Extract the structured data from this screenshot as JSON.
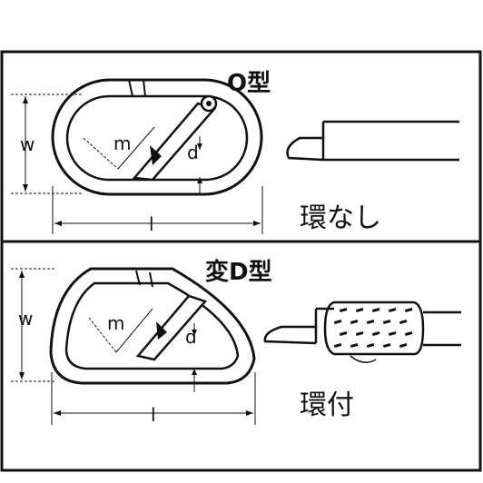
{
  "panels": [
    {
      "id": "o-type",
      "title": "O型",
      "caption": "環なし",
      "dimension_labels": {
        "w": "w",
        "m": "m",
        "d": "d",
        "l": "l"
      }
    },
    {
      "id": "modified-d-type",
      "title": "変D型",
      "caption": "環付",
      "dimension_labels": {
        "w": "w",
        "m": "m",
        "d": "d",
        "l": "l"
      }
    }
  ],
  "colors": {
    "line": "#111111",
    "background": "#ffffff"
  }
}
